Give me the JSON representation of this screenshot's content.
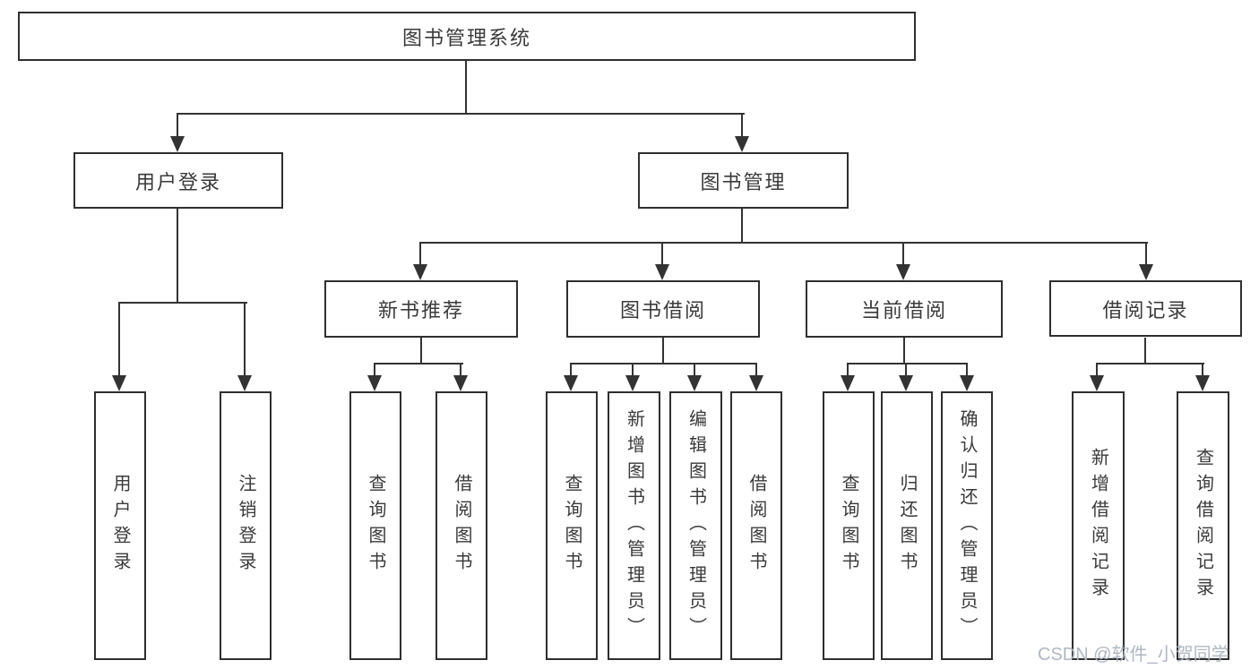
{
  "watermark": "CSDN @软件_小贺同学",
  "colors": {
    "line": "#333333",
    "box_border": "#2f2f2f",
    "text": "#3a3a3a",
    "watermark": "#abb3bf",
    "background": "#ffffff"
  },
  "tree": {
    "root": {
      "label": "图书管理系统",
      "children": [
        {
          "label": "用户登录",
          "children": [
            {
              "label": "用户登录"
            },
            {
              "label": "注销登录"
            }
          ]
        },
        {
          "label": "图书管理",
          "children": [
            {
              "label": "新书推荐",
              "children": [
                {
                  "label": "查询图书"
                },
                {
                  "label": "借阅图书"
                }
              ]
            },
            {
              "label": "图书借阅",
              "children": [
                {
                  "label": "查询图书"
                },
                {
                  "label": "新增图书（管理员）"
                },
                {
                  "label": "编辑图书（管理员）"
                },
                {
                  "label": "借阅图书"
                }
              ]
            },
            {
              "label": "当前借阅",
              "children": [
                {
                  "label": "查询图书"
                },
                {
                  "label": "归还图书"
                },
                {
                  "label": "确认归还（管理员）"
                }
              ]
            },
            {
              "label": "借阅记录",
              "children": [
                {
                  "label": "新增借阅记录"
                },
                {
                  "label": "查询借阅记录"
                }
              ]
            }
          ]
        }
      ]
    }
  }
}
